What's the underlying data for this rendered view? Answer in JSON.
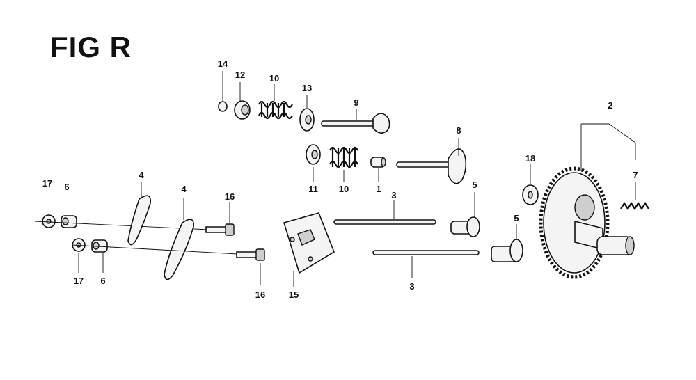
{
  "title": "FIG R",
  "callouts": {
    "c14": "14",
    "c12": "12",
    "c10a": "10",
    "c13": "13",
    "c9": "9",
    "c8": "8",
    "c2": "2",
    "c11": "11",
    "c10b": "10",
    "c1": "1",
    "c18": "18",
    "c7": "7",
    "c17a": "17",
    "c6a": "6",
    "c4a": "4",
    "c4b": "4",
    "c16a": "16",
    "c3a": "3",
    "c5a": "5",
    "c5b": "5",
    "c17b": "17",
    "c6b": "6",
    "c16b": "16",
    "c15": "15",
    "c3b": "3"
  }
}
